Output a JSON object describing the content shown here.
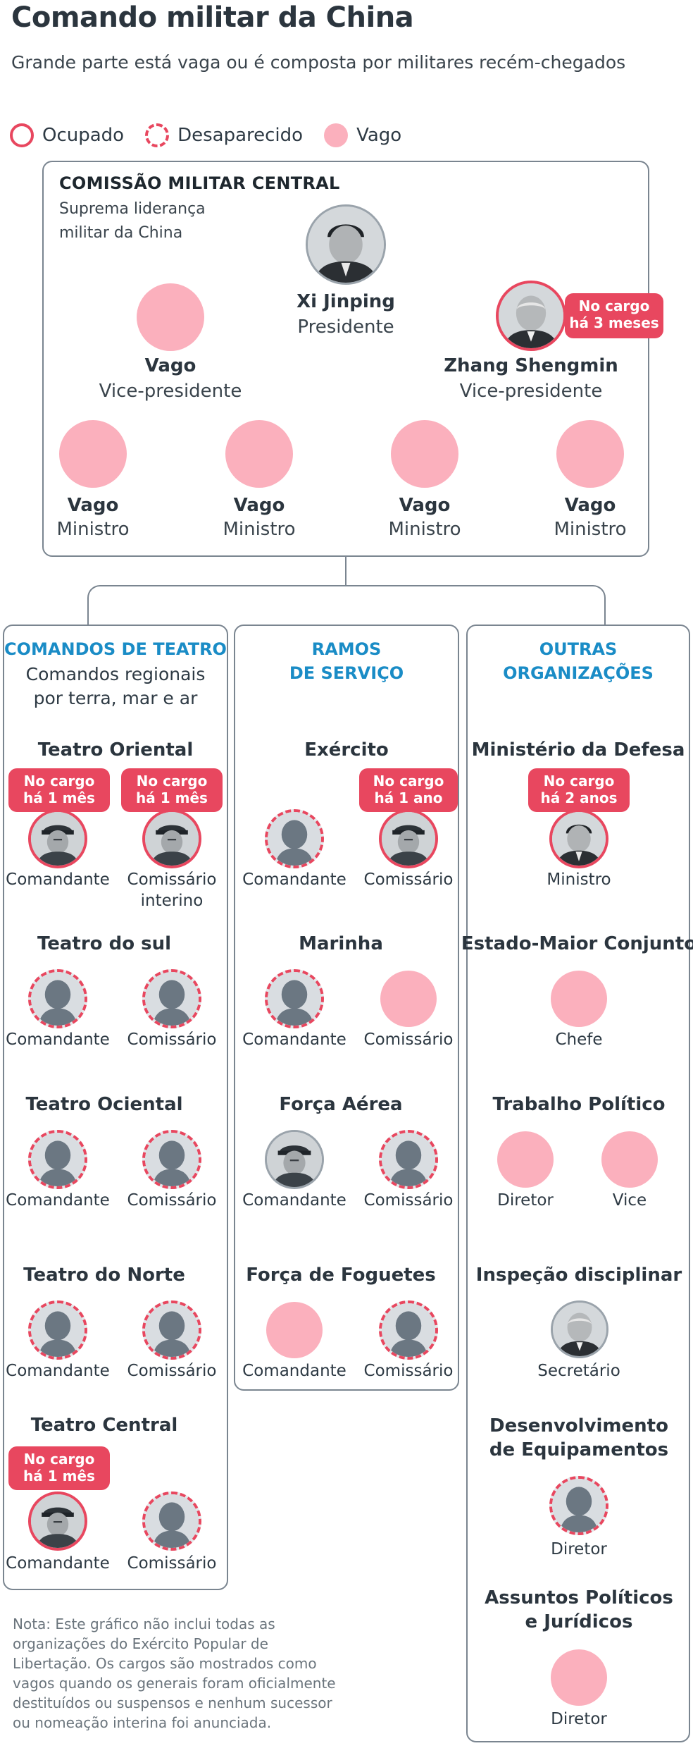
{
  "header": {
    "title": "Comando militar da China",
    "subtitle": "Grande parte está vaga ou é composta por militares recém-chegados"
  },
  "legend": {
    "occupied": "Ocupado",
    "missing": "Desaparecido",
    "vacant": "Vago"
  },
  "cmc": {
    "title": "COMISSÃO MILITAR CENTRAL",
    "subtitle_l1": "Suprema liderança",
    "subtitle_l2": "militar da China",
    "president": {
      "name": "Xi Jinping",
      "role": "Presidente"
    },
    "vice1": {
      "name": "Vago",
      "role": "Vice-presidente"
    },
    "vice2": {
      "name": "Zhang Shengmin",
      "role": "Vice-presidente",
      "badge_l1": "No cargo",
      "badge_l2": "há 3 meses"
    },
    "ministers": [
      {
        "name": "Vago",
        "role": "Ministro"
      },
      {
        "name": "Vago",
        "role": "Ministro"
      },
      {
        "name": "Vago",
        "role": "Ministro"
      },
      {
        "name": "Vago",
        "role": "Ministro"
      }
    ]
  },
  "theater": {
    "heading": "COMANDOS DE TEATRO",
    "sub_l1": "Comandos regionais",
    "sub_l2": "por terra, mar e ar",
    "units": [
      {
        "name": "Teatro Oriental",
        "left_role": "Comandante",
        "right_role_l1": "Comissário",
        "right_role_l2": "interino",
        "left_badge_l1": "No cargo",
        "left_badge_l2": "há 1 mês",
        "right_badge_l1": "No cargo",
        "right_badge_l2": "há 1 mês"
      },
      {
        "name": "Teatro do sul",
        "left_role": "Comandante",
        "right_role": "Comissário"
      },
      {
        "name": "Teatro Ociental",
        "left_role": "Comandante",
        "right_role": "Comissário"
      },
      {
        "name": "Teatro do Norte",
        "left_role": "Comandante",
        "right_role": "Comissário"
      },
      {
        "name": "Teatro Central",
        "left_role": "Comandante",
        "right_role": "Comissário",
        "left_badge_l1": "No cargo",
        "left_badge_l2": "há 1 mês"
      }
    ]
  },
  "service": {
    "heading_l1": "RAMOS",
    "heading_l2": "DE SERVIÇO",
    "units": [
      {
        "name": "Exército",
        "left_role": "Comandante",
        "right_role": "Comissário",
        "right_badge_l1": "No cargo",
        "right_badge_l2": "há 1 ano"
      },
      {
        "name": "Marinha",
        "left_role": "Comandante",
        "right_role": "Comissário"
      },
      {
        "name": "Força Aérea",
        "left_role": "Comandante",
        "right_role": "Comissário"
      },
      {
        "name": "Força de Foguetes",
        "left_role": "Comandante",
        "right_role": "Comissário"
      }
    ]
  },
  "other": {
    "heading_l1": "OUTRAS",
    "heading_l2": "ORGANIZAÇÕES",
    "units": [
      {
        "name": "Ministério da Defesa",
        "role": "Ministro",
        "badge_l1": "No cargo",
        "badge_l2": "há 2 anos"
      },
      {
        "name": "Estado-Maior Conjunto",
        "role": "Chefe"
      },
      {
        "name": "Trabalho Político",
        "left_role": "Diretor",
        "right_role": "Vice"
      },
      {
        "name": "Inspeção disciplinar",
        "role": "Secretário"
      },
      {
        "name_l1": "Desenvolvimento",
        "name_l2": "de Equipamentos",
        "role": "Diretor"
      },
      {
        "name_l1": "Assuntos Políticos",
        "name_l2": "e Jurídicos",
        "role": "Diretor"
      }
    ]
  },
  "note": "Nota: Este gráfico não inclui todas as organizações do Exército Popular de Libertação. Os cargos são mostrados como vagos quando os generais foram oficialmente destituídos ou suspensos e nenhum sucessor ou nomeação interina foi anunciada.",
  "colors": {
    "accent": "#e8475f",
    "vacant": "#fbb0bd",
    "heading_blue": "#1a8cc6",
    "silhouette": "#6b7782"
  }
}
